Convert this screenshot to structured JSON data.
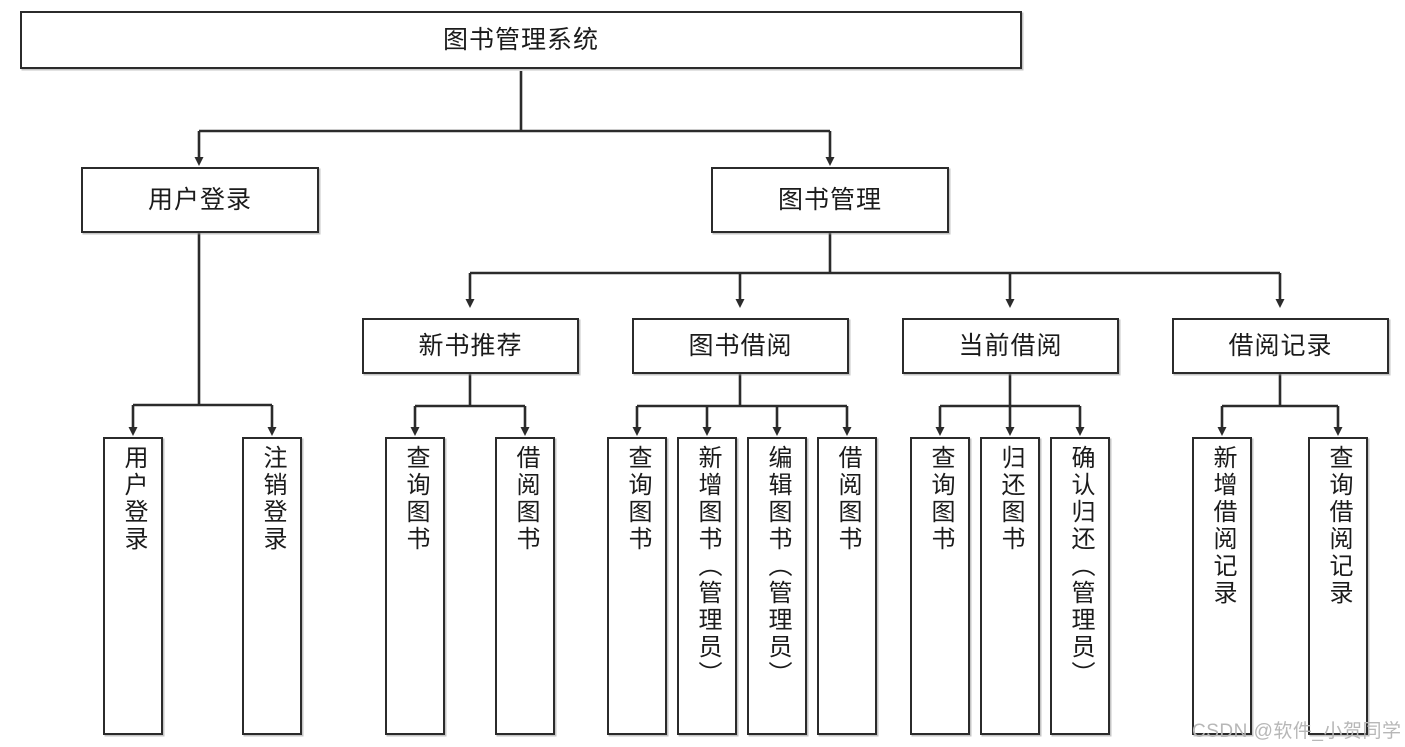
{
  "diagram": {
    "type": "tree",
    "title": "图书管理系统",
    "watermark": "CSDN @软件_小贺同学",
    "colors": {
      "background": "#ffffff",
      "box_border": "#2b2b2b",
      "box_fill": "#ffffff",
      "connector": "#2b2b2b",
      "text": "#1b1b1b",
      "watermark": "#b7b7b7"
    },
    "nodes": {
      "root": {
        "label": "图书管理系统"
      },
      "level2": [
        {
          "id": "user-login",
          "label": "用户登录"
        },
        {
          "id": "book-manage",
          "label": "图书管理"
        }
      ],
      "level3": [
        {
          "id": "new-book-recommend",
          "label": "新书推荐"
        },
        {
          "id": "book-borrow",
          "label": "图书借阅"
        },
        {
          "id": "current-borrow",
          "label": "当前借阅"
        },
        {
          "id": "borrow-record",
          "label": "借阅记录"
        }
      ],
      "leaves": {
        "user-login": [
          {
            "id": "leaf-user-login",
            "label": "用户登录"
          },
          {
            "id": "leaf-logout-login",
            "label": "注销登录"
          }
        ],
        "new-book-recommend": [
          {
            "id": "leaf-query-book-1",
            "label": "查询图书"
          },
          {
            "id": "leaf-borrow-book-1",
            "label": "借阅图书"
          }
        ],
        "book-borrow": [
          {
            "id": "leaf-query-book-2",
            "label": "查询图书"
          },
          {
            "id": "leaf-add-book-admin",
            "label": "新增图书（管理员）"
          },
          {
            "id": "leaf-edit-book-admin",
            "label": "编辑图书（管理员）"
          },
          {
            "id": "leaf-borrow-book-2",
            "label": "借阅图书"
          }
        ],
        "current-borrow": [
          {
            "id": "leaf-query-book-3",
            "label": "查询图书"
          },
          {
            "id": "leaf-return-book",
            "label": "归还图书"
          },
          {
            "id": "leaf-confirm-return-admin",
            "label": "确认归还（管理员）"
          }
        ],
        "borrow-record": [
          {
            "id": "leaf-add-borrow-record",
            "label": "新增借阅记录"
          },
          {
            "id": "leaf-query-borrow-record",
            "label": "查询借阅记录"
          }
        ]
      }
    }
  }
}
